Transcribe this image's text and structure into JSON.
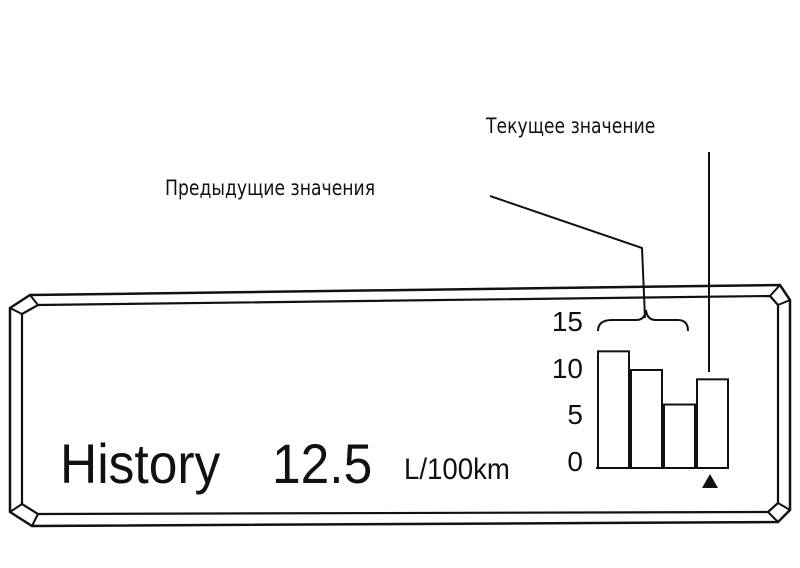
{
  "callouts": {
    "current": "Текущее значение",
    "previous": "Предыдущие значения"
  },
  "display": {
    "mode_label": "History",
    "value": "12.5",
    "unit": "L/100km"
  },
  "chart_data": {
    "type": "bar",
    "categories": [
      "",
      "",
      "",
      ""
    ],
    "values": [
      12.5,
      10.5,
      6.8,
      9.5
    ],
    "yticks": [
      "15",
      "10",
      "5",
      "0"
    ],
    "ylim": [
      0,
      15
    ],
    "current_index": 3
  }
}
